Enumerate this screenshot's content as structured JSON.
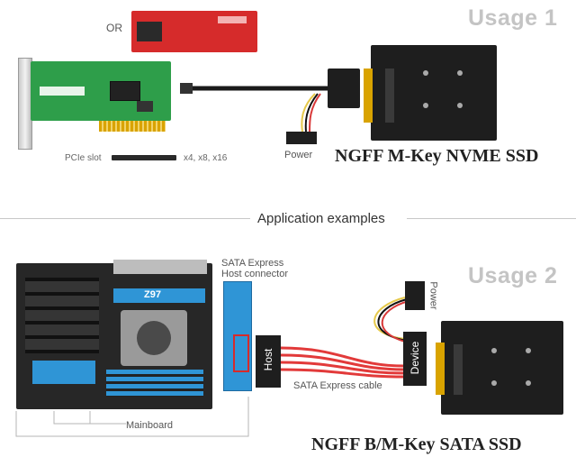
{
  "usage1": {
    "title": "Usage 1",
    "or_label": "OR",
    "pcie_slot_label": "PCIe slot",
    "pcie_widths": "x4, x8, x16",
    "power_label": "Power",
    "ssd_title": "NGFF M-Key NVME SSD"
  },
  "section_title": "Application examples",
  "usage2": {
    "title": "Usage 2",
    "sata_express_label_line1": "SATA Express",
    "sata_express_label_line2": "Host connector",
    "host_label": "Host",
    "device_label": "Device",
    "power_label": "Power",
    "cable_label": "SATA Express cable",
    "mainboard_label": "Mainboard",
    "board_chip_label": "Z97",
    "ssd_title": "NGFF B/M-Key SATA SSD"
  },
  "colors": {
    "pcb_green": "#2e9e4a",
    "pcb_red": "#d62b2b",
    "cable_red": "#e23a3a",
    "adapter_black": "#1e1e1e",
    "heatsink_blue": "#2f95d6"
  }
}
